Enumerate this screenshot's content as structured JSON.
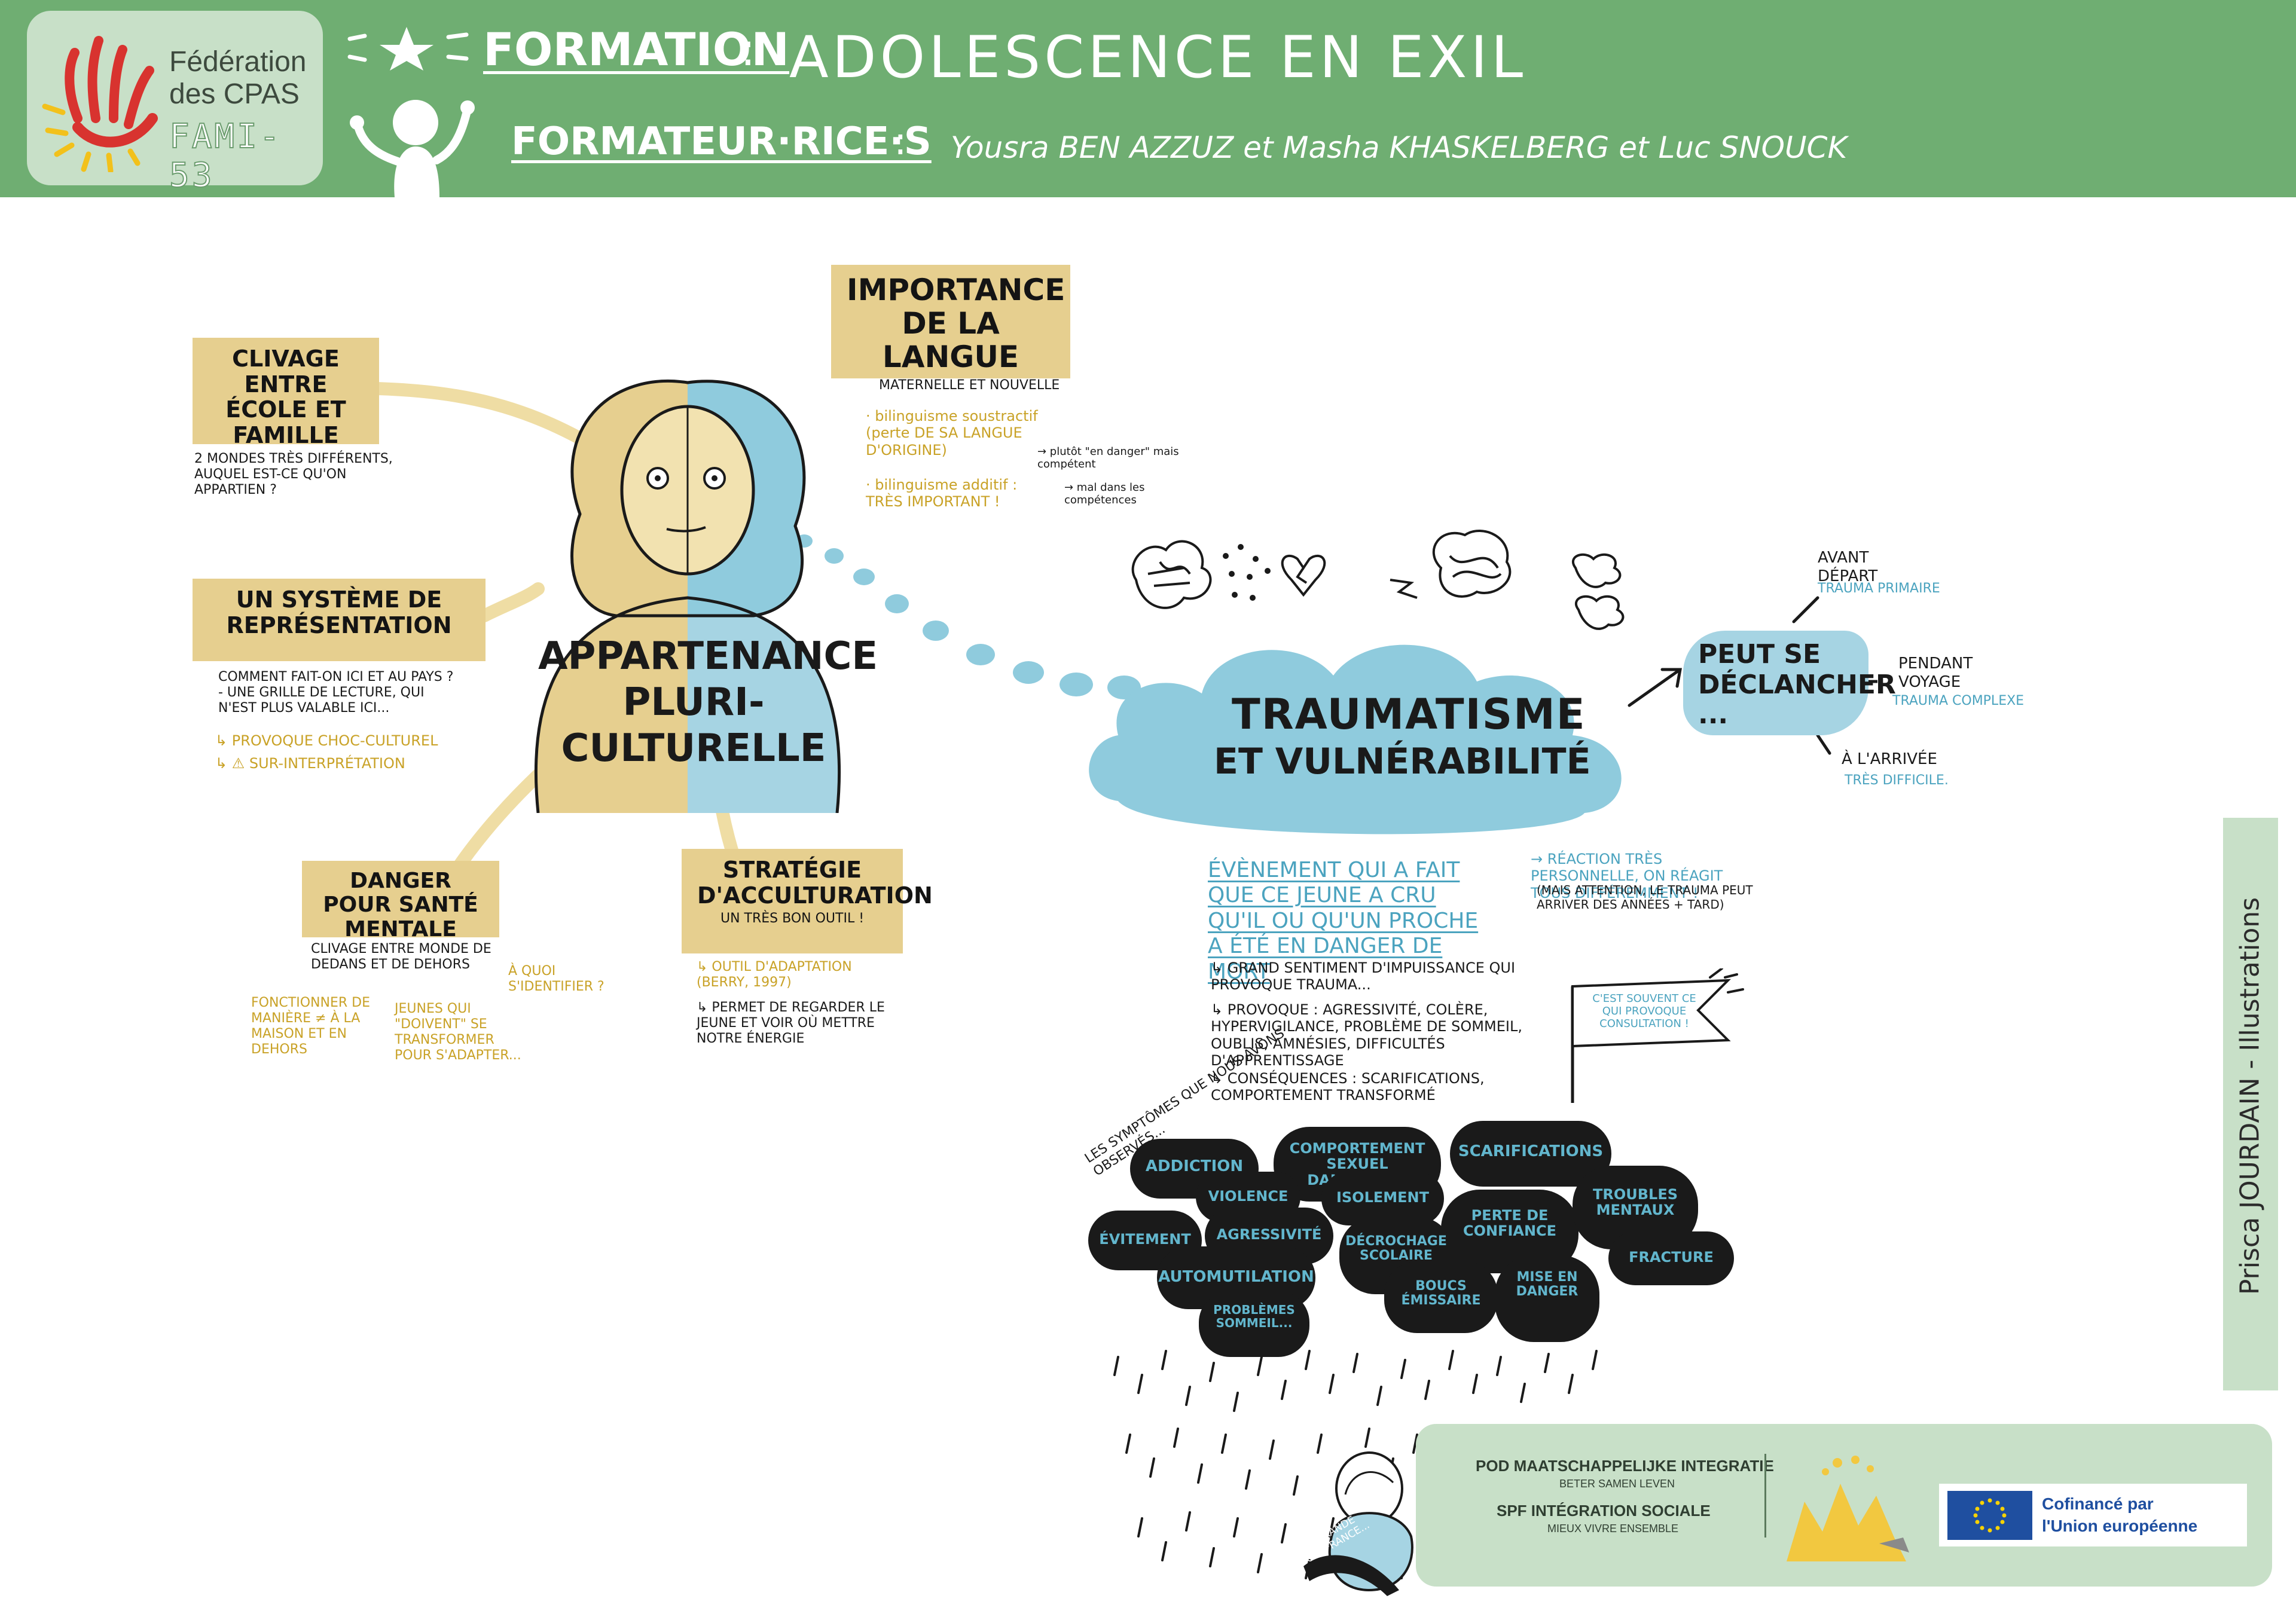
{
  "header": {
    "organization_line1": "Fédération",
    "organization_line2": "des CPAS",
    "program": "FAMI-53",
    "formation_label": "FORMATION",
    "formation_title": "ADOLESCENCE EN EXIL",
    "trainers_label": "FORMATEUR·RICE·S",
    "trainers_names": "Yousra BEN AZZUZ et Masha KHASKELBERG et Luc SNOUCK",
    "colors": {
      "band": "#6fae72",
      "logo_bg": "#c8e0c8"
    }
  },
  "left_map": {
    "center_title": "APPARTENANCE PLURI-CULTURELLE",
    "clivage": {
      "title": "CLIVAGE ENTRE ÉCOLE ET FAMILLE",
      "note": "2 MONDES TRÈS DIFFÉRENTS, AUQUEL EST-CE QU'ON APPARTIEN ?"
    },
    "langue": {
      "title": "IMPORTANCE DE LA LANGUE",
      "sub": "MATERNELLE ET NOUVELLE",
      "bullet1": "· bilinguisme soustractif (perte DE SA LANGUE D'ORIGINE)",
      "bullet1_side": "→ plutôt \"en danger\" mais compétent",
      "bullet2": "· bilinguisme additif : TRÈS IMPORTANT !",
      "bullet2_side": "→ mal dans les compétences"
    },
    "systeme": {
      "title": "UN SYSTÈME DE REPRÉSENTATION",
      "note": "COMMENT FAIT-ON ICI ET AU PAYS ? - UNE GRILLE DE LECTURE, QUI N'EST PLUS VALABLE ICI...",
      "effect1": "↳ PROVOQUE CHOC-CULTUREL",
      "effect2": "↳ ⚠ SUR-INTERPRÉTATION"
    },
    "danger": {
      "title": "DANGER POUR SANTÉ MENTALE",
      "note": "CLIVAGE ENTRE MONDE DE DEDANS ET DE DEHORS",
      "side": "À QUOI S'IDENTIFIER ?",
      "sub1": "FONCTIONNER DE MANIÈRE ≠ À LA MAISON ET EN DEHORS",
      "sub2": "JEUNES QUI \"DOIVENT\" SE TRANSFORMER POUR S'ADAPTER..."
    },
    "strategie": {
      "title": "STRATÉGIE D'ACCULTURATION",
      "sub": "UN TRÈS BON OUTIL !",
      "note1": "↳ OUTIL D'ADAPTATION (BERRY, 1997)",
      "note2": "↳ PERMET DE REGARDER LE JEUNE ET VOIR OÙ METTRE NOTRE ÉNERGIE"
    }
  },
  "right_map": {
    "cloud_title_line1": "TRAUMATISME",
    "cloud_title_line2": "ET VULNÉRABILITÉ",
    "trigger_title": "PEUT SE DÉCLANCHER ...",
    "moments": [
      {
        "label": "AVANT DÉPART",
        "detail": "TRAUMA PRIMAIRE"
      },
      {
        "label": "PENDANT VOYAGE",
        "detail": "TRAUMA COMPLEXE"
      },
      {
        "label": "À L'ARRIVÉE",
        "detail": "TRÈS DIFFICILE."
      }
    ],
    "definition": "ÉVÈNEMENT QUI A FAIT QUE CE JEUNE A CRU QU'IL OU QU'UN PROCHE A ÉTÉ EN DANGER DE MORT",
    "reaction": "→ RÉACTION TRÈS PERSONNELLE, ON RÉAGIT TOUS DIFFÉREMMENT !",
    "reaction_note": "(MAIS ATTENTION, LE TRAUMA PEUT ARRIVER DES ANNÉES + TARD)",
    "points": [
      "↳ GRAND SENTIMENT D'IMPUISSANCE QUI PROVOQUE TRAUMA...",
      "↳ PROVOQUE : AGRESSIVITÉ, COLÈRE, HYPERVIGILANCE, PROBLÈME DE SOMMEIL, OUBLIS, AMNÉSIES, DIFFICULTÉS D'APPRENTISSAGE",
      "↳ CONSÉQUENCES : SCARIFICATIONS, COMPORTEMENT TRANSFORMÉ"
    ],
    "flag_text": "C'EST SOUVENT CE QUI PROVOQUE CONSULTATION !",
    "symptoms_caption": "LES SYMPTÔMES QUE NOUS AVONS OBSERVÉS...",
    "symptoms": [
      "ADDICTION",
      "COMPORTEMENT SEXUEL DANGEREUX",
      "SCARIFICATIONS",
      "VIOLENCE",
      "ISOLEMENT",
      "PERTE DE CONFIANCE",
      "TROUBLES MENTAUX",
      "ÉVITEMENT",
      "AGRESSIVITÉ",
      "DÉCROCHAGE SCOLAIRE",
      "FRACTURE",
      "AUTOMUTILATION",
      "BOUCS ÉMISSAIRE",
      "MISE EN DANGER",
      "PROBLÈMES SOMMEIL..."
    ],
    "suffering": "UNE GRANDE SOUFFRANCE..."
  },
  "footer": {
    "pod_line1": "POD MAATSCHAPPELIJKE INTEGRATIE",
    "pod_line2": "BETER SAMEN LEVEN",
    "spf_line1": "SPF INTÉGRATION SOCIALE",
    "spf_line2": "MIEUX VIVRE ENSEMBLE",
    "eu_line1": "Cofinancé par",
    "eu_line2": "l'Union européenne",
    "eu_blue": "#1f4fa0"
  },
  "signature": "Prisca JOURDAIN - Illustrations"
}
